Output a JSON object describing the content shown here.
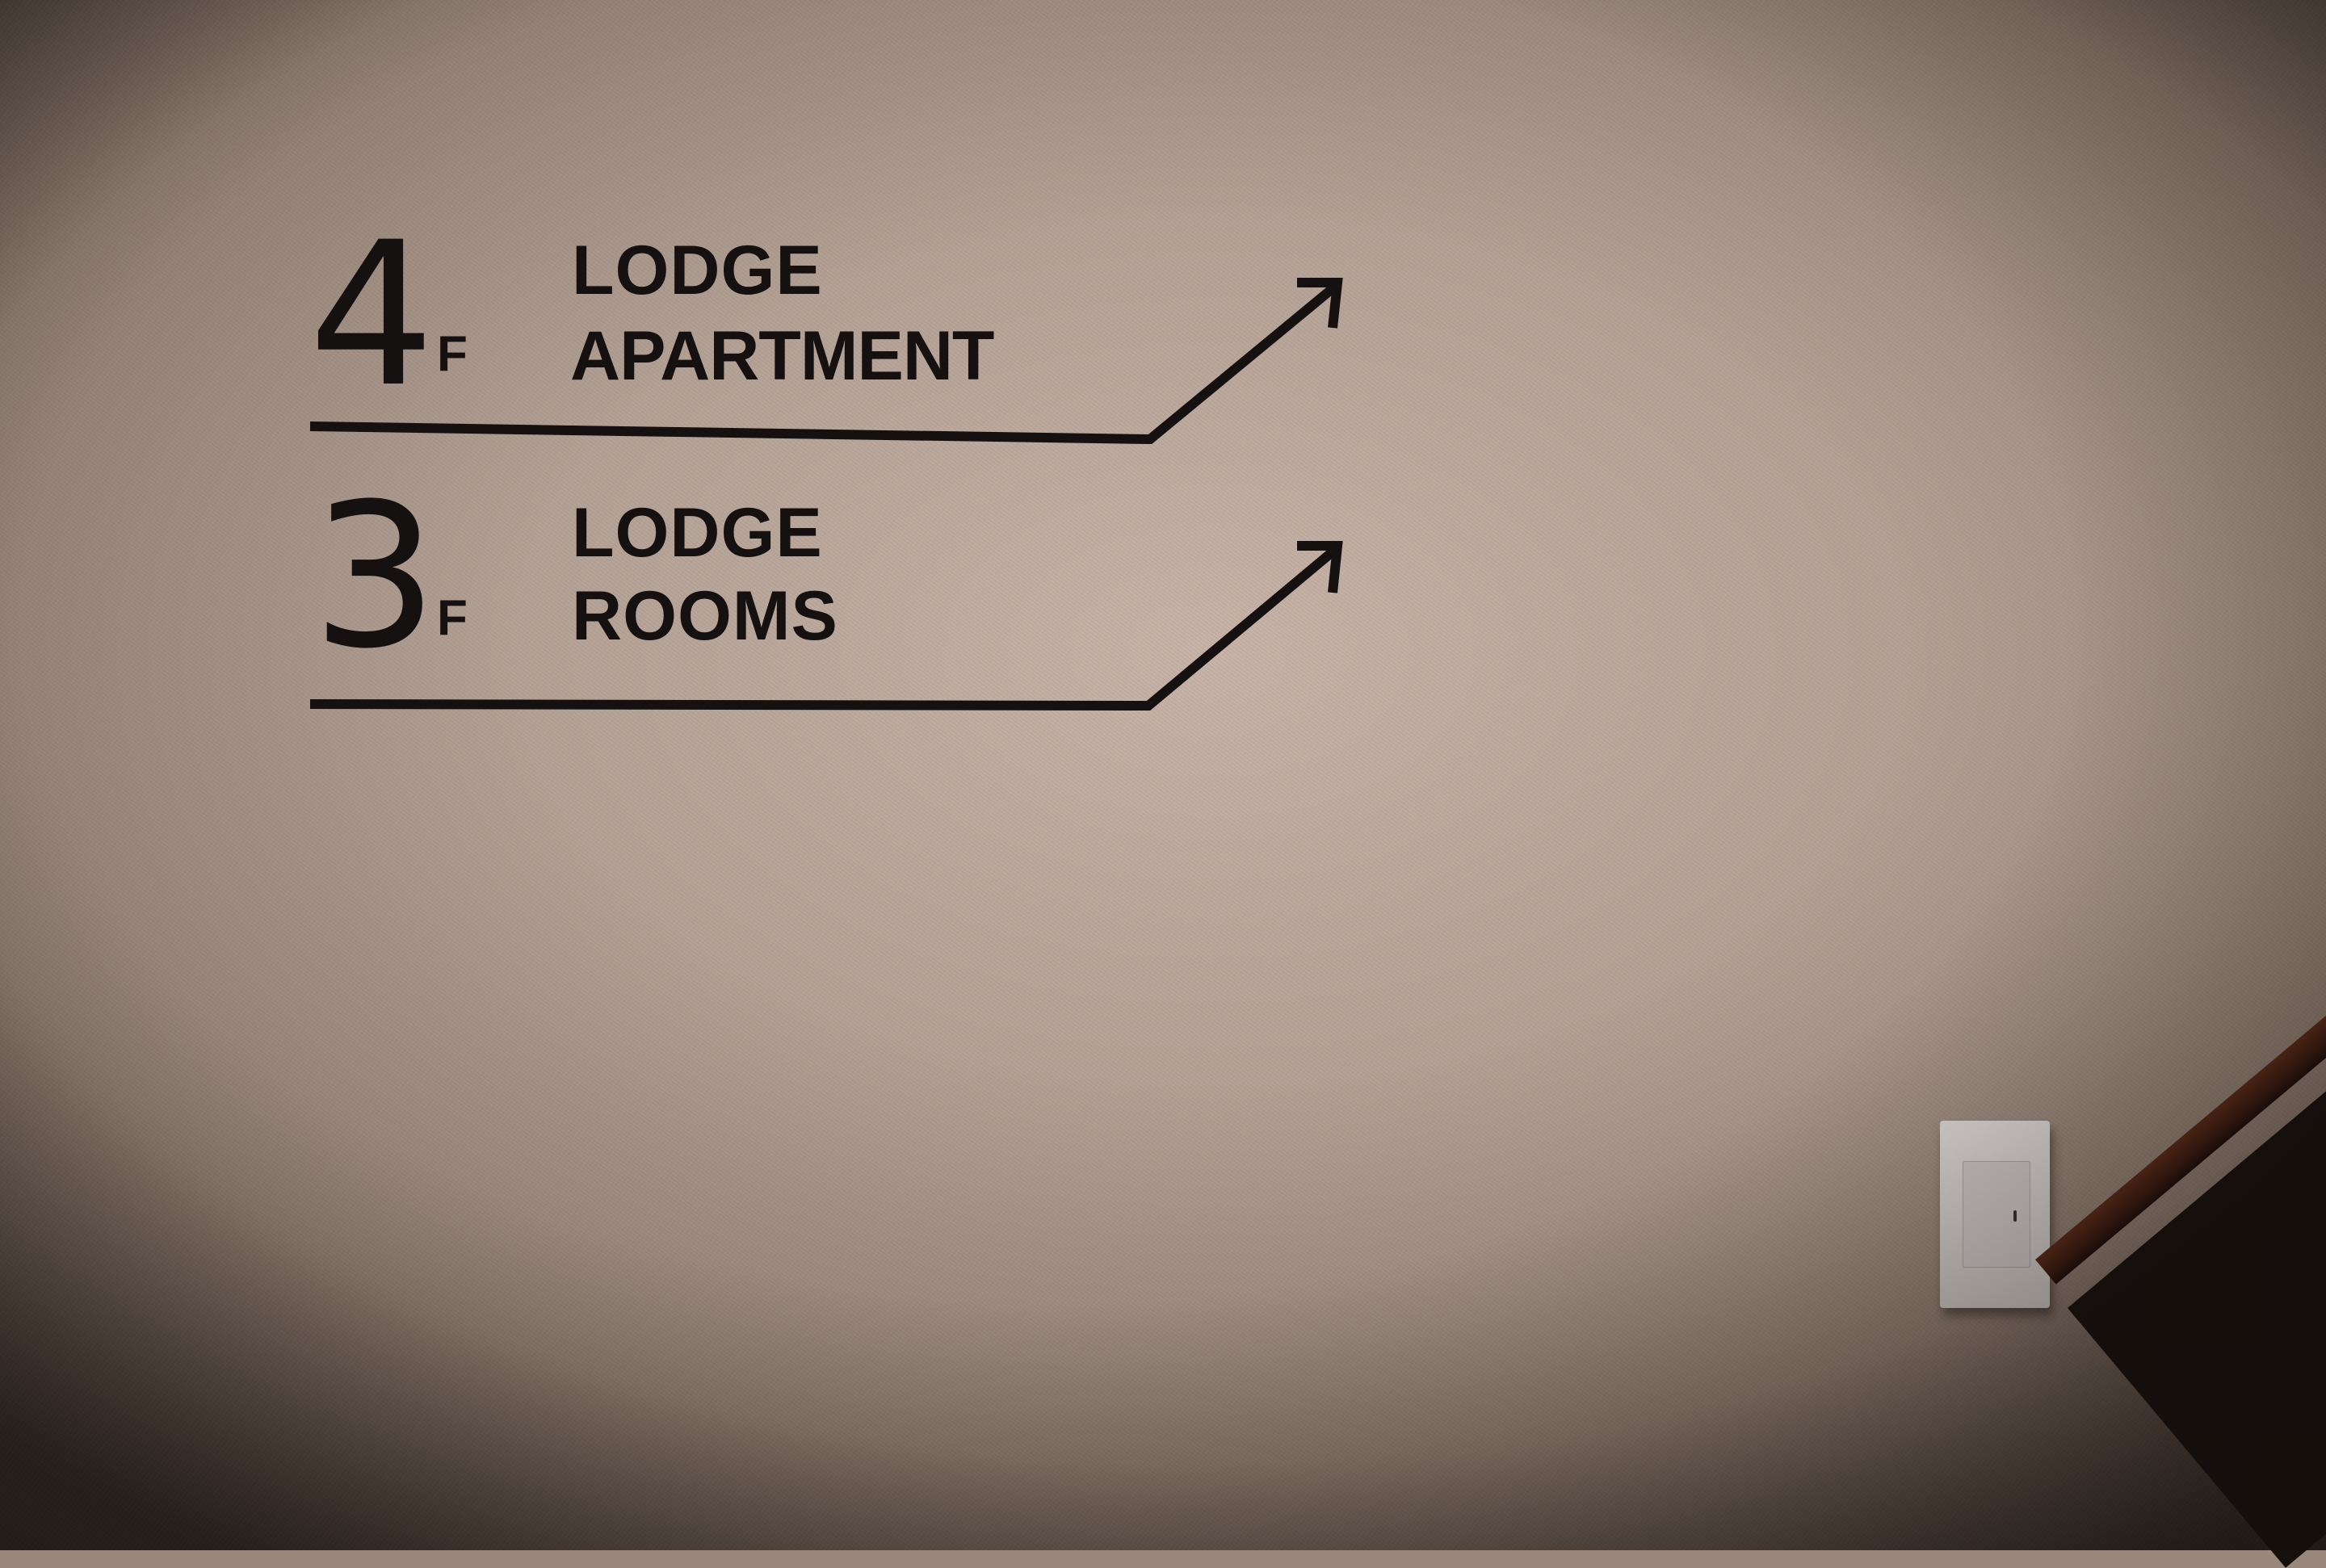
{
  "scene": {
    "description": "Wall-mounted floor directory signage with upward arrows, beside a light switch and a wooden stair handrail",
    "wall_color": "#b8a69a",
    "ink_color": "#141110",
    "handrail_color": "#5a2a18",
    "switch_color": "#d0ccca"
  },
  "signs": [
    {
      "floor_number": "4",
      "floor_suffix": "F",
      "line1": "LODGE",
      "line2": "APARTMENT",
      "arrow_icon": "arrow-up-right"
    },
    {
      "floor_number": "3",
      "floor_suffix": "F",
      "line1": "LODGE",
      "line2": "ROOMS",
      "arrow_icon": "arrow-up-right"
    }
  ],
  "fixtures": {
    "light_switch": "wall-light-switch",
    "handrail": "stair-handrail"
  }
}
